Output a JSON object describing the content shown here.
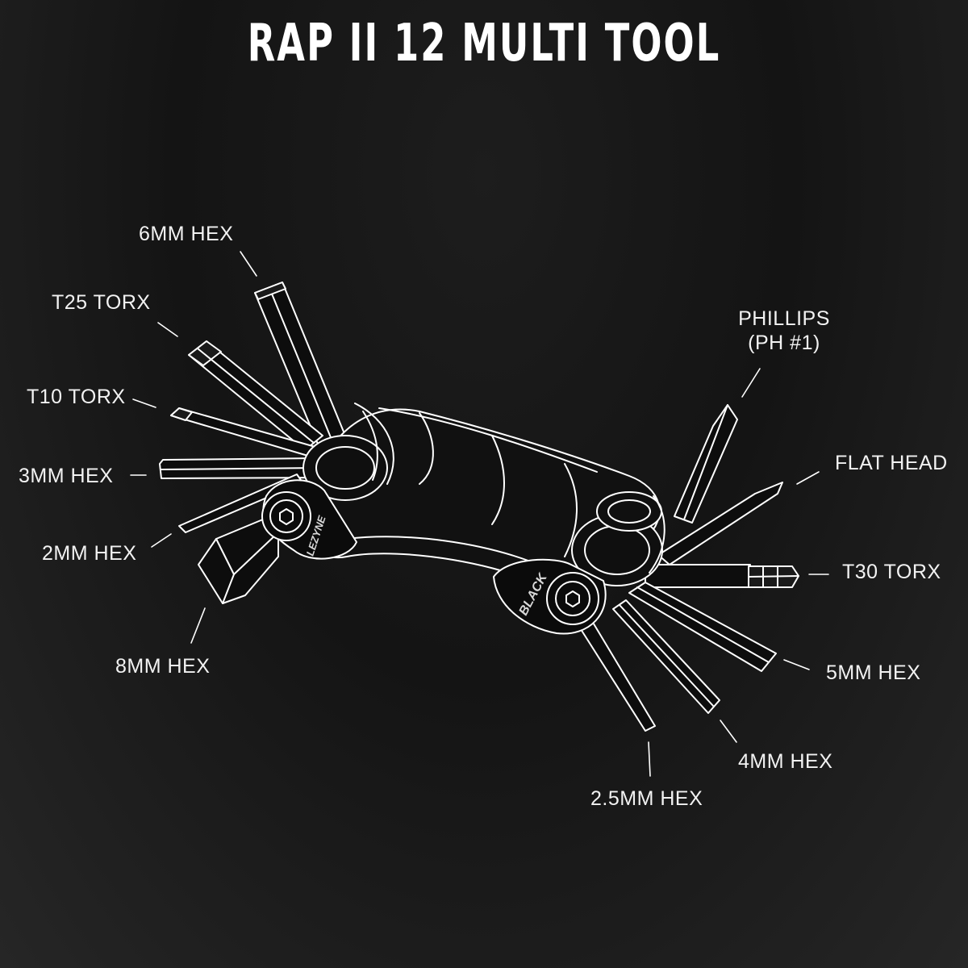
{
  "title": "RAP II 12 MULTI TOOL",
  "body_logo": "LEZYNE",
  "plate_logo": "BLACK",
  "labels": {
    "hex_6mm": "6MM HEX",
    "torx_t25": "T25 TORX",
    "torx_t10": "T10 TORX",
    "hex_3mm": "3MM HEX",
    "hex_2mm": "2MM HEX",
    "hex_8mm": "8MM HEX",
    "phillips_line1": "PHILLIPS",
    "phillips_line2": "(PH #1)",
    "flat_head": "FLAT HEAD",
    "torx_t30": "T30 TORX",
    "hex_5mm": "5MM HEX",
    "hex_4mm": "4MM HEX",
    "hex_2_5mm": "2.5MM HEX"
  },
  "colors": {
    "background": "#141414",
    "line": "#ffffff",
    "text": "#f2f2f2"
  }
}
